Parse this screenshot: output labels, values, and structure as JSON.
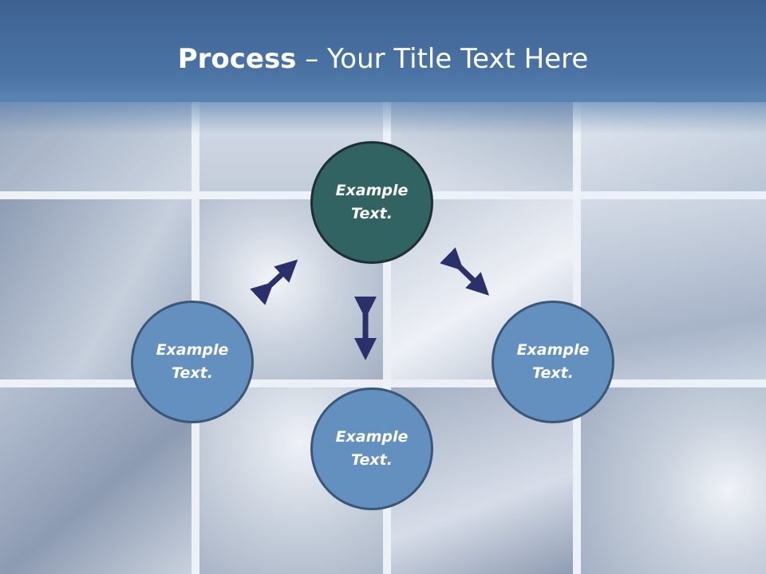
{
  "slide": {
    "title_bold": "Process",
    "title_rest": " – Your Title Text Here"
  },
  "diagram": {
    "nodes": [
      {
        "line1": "Example",
        "line2": "Text."
      },
      {
        "line1": "Example",
        "line2": "Text."
      },
      {
        "line1": "Example",
        "line2": "Text."
      },
      {
        "line1": "Example",
        "line2": "Text."
      }
    ],
    "colors": {
      "top_node": "#316362",
      "other_nodes": "#6390be",
      "arrow": "#2b2f6a",
      "header": "#4a73a4"
    }
  }
}
